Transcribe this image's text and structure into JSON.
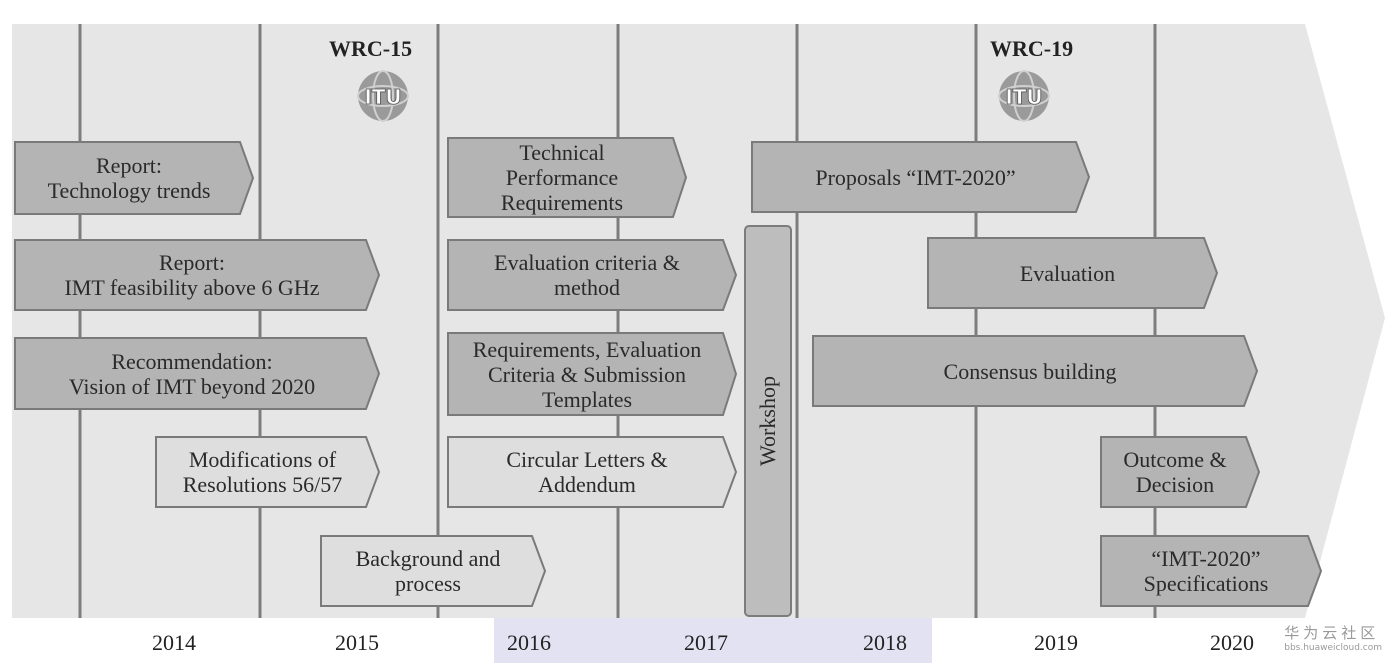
{
  "title": "",
  "milestones": [
    {
      "label": "WRC-15",
      "logo_text": "ITU"
    },
    {
      "label": "WRC-19",
      "logo_text": "ITU"
    }
  ],
  "years": [
    "2014",
    "2015",
    "2016",
    "2017",
    "2018",
    "2019",
    "2020"
  ],
  "workshop": {
    "label": "Workshop"
  },
  "activities": [
    {
      "id": "report-technology-trends",
      "text": "Report:\nTechnology trends",
      "shade": "dark"
    },
    {
      "id": "report-imt-feasibility",
      "text": "Report:\nIMT feasibility  above 6 GHz",
      "shade": "dark"
    },
    {
      "id": "recommendation-vision",
      "text": "Recommendation:\nVision of IMT beyond 2020",
      "shade": "dark"
    },
    {
      "id": "modifications-resolutions",
      "text": "Modifications of\nResolutions 56/57",
      "shade": "light"
    },
    {
      "id": "background-process",
      "text": "Background and\nprocess",
      "shade": "light"
    },
    {
      "id": "technical-performance-requirements",
      "text": "Technical\nPerformance\nRequirements",
      "shade": "dark"
    },
    {
      "id": "evaluation-criteria-method",
      "text": "Evaluation criteria &\nmethod",
      "shade": "dark"
    },
    {
      "id": "requirements-evaluation-templates",
      "text": "Requirements, Evaluation\nCriteria & Submission\nTemplates",
      "shade": "dark"
    },
    {
      "id": "circular-letters-addendum",
      "text": "Circular Letters &\nAddendum",
      "shade": "light"
    },
    {
      "id": "proposals-imt-2020",
      "text": "Proposals “IMT-2020”",
      "shade": "dark"
    },
    {
      "id": "evaluation",
      "text": "Evaluation",
      "shade": "dark"
    },
    {
      "id": "consensus-building",
      "text": "Consensus building",
      "shade": "dark"
    },
    {
      "id": "outcome-decision",
      "text": "Outcome &\nDecision",
      "shade": "dark"
    },
    {
      "id": "imt-2020-specifications",
      "text": "“IMT-2020”\nSpecifications",
      "shade": "dark"
    }
  ],
  "colors": {
    "background_band": "#e6e6e6",
    "grid_line": "#7d7d7d",
    "dark_fill": "#b4b4b4",
    "light_fill": "#dedede",
    "arrow_stroke": "#7a7a7a",
    "year_highlight": "#e2e2f3"
  },
  "watermark": {
    "cn": "华为云社区",
    "url": "bbs.huaweicloud.com"
  }
}
